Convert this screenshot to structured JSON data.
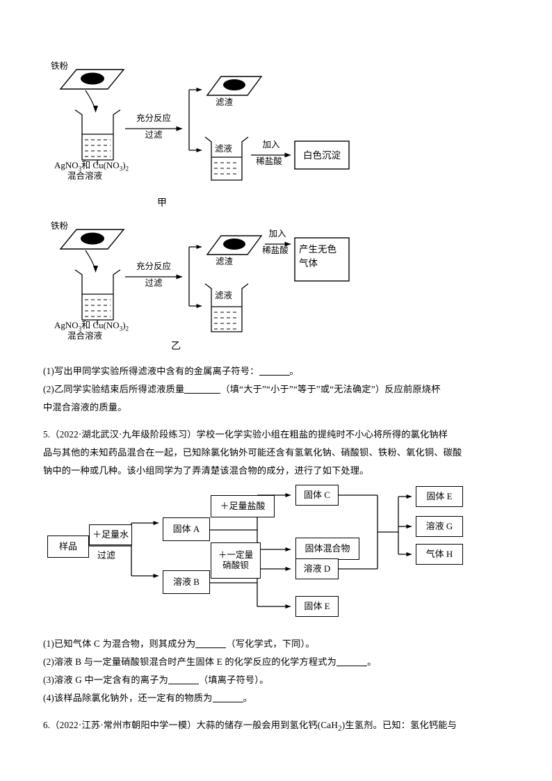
{
  "document": {
    "type": "chemistry-worksheet-page",
    "language": "zh-CN"
  },
  "diagram_jia": {
    "caption": "甲",
    "iron_powder_label": "铁粉",
    "beaker_solution_formula_html": "AgNO<sub>3</sub>和 Cu(NO<sub>3</sub>)<sub>2</sub>",
    "beaker_solution_line2": "混合溶液",
    "arrow1_top": "充分反应",
    "arrow1_bottom": "过滤",
    "residue_label": "滤渣",
    "filtrate_label": "滤液",
    "arrow2_top": "加入",
    "arrow2_bottom": "稀盐酸",
    "result_box": "白色沉淀"
  },
  "diagram_yi": {
    "caption": "乙",
    "iron_powder_label": "铁粉",
    "beaker_solution_formula_html": "AgNO<sub>3</sub>和 Cu(NO<sub>3</sub>)<sub>2</sub>",
    "beaker_solution_line2": "混合溶液",
    "arrow1_top": "充分反应",
    "arrow1_bottom": "过滤",
    "residue_label": "滤渣",
    "filtrate_label": "滤液",
    "arrow2_top": "加入",
    "arrow2_bottom": "稀盐酸",
    "result_box_line1": "产生无色",
    "result_box_line2": "气体"
  },
  "questions_top": {
    "q1": "(1)写出甲同学实验所得滤液中含有的金属离子符号：",
    "q1_tail": "。",
    "q2_a": "(2)乙同学实验结束后所得滤液质量",
    "q2_b": "（填“大于”“小于”“等于”或“无法确定”）反应前原烧杯",
    "q2_c": "中混合溶液的质量。"
  },
  "question5": {
    "stem_line1": "5.（2022·湖北武汉·九年级阶段练习）学校一化学实验小组在粗盐的提纯时不小心将所得的氯化钠样",
    "stem_line2": "品与其他的未知药品混合在一起，已知除氯化钠外可能还含有氢氧化钠、硝酸钡、铁粉、氧化铜、碳酸",
    "stem_line3": "钠中的一种或几种。该小组同学为了弄清楚该混合物的成分，进行了如下处理。",
    "flowchart": {
      "sample": "样品",
      "add_water": "＋足量水",
      "filter": "过滤",
      "solid_a": "固体 A",
      "solution_b": "溶液 B",
      "add_hcl": "＋足量盐酸",
      "add_barium_line1": "＋一定量",
      "add_barium_line2": "硝酸钡",
      "solid_c": "固体 C",
      "solid_mixture": "固体混合物",
      "solution_d": "溶液 D",
      "solid_e_lower": "固体 E",
      "solid_e_right": "固体 E",
      "solution_g": "溶液 G",
      "gas_h": "气体 H"
    },
    "sub1_a": "(1)已知气体 C 为混合物，则其成分为",
    "sub1_b": "（写化学式，下同）。",
    "sub2_a": "(2)溶液 B 与一定量硝酸钡混合时产生固体 E 的化学反应的化学方程式为",
    "sub2_b": "。",
    "sub3_a": "(3)溶液 G 中一定含有的离子为",
    "sub3_b": "（填离子符号）。",
    "sub4_a": "(4)该样品除氯化钠外，还一定有的物质为",
    "sub4_b": "。"
  },
  "question6": {
    "stem_html": "6.（2022·江苏·常州市朝阳中学一模）大蒜的储存一般会用到氢化钙(CaH<sub>2</sub>)生氢剂。已知：氢化钙能与"
  },
  "colors": {
    "ink": "#000000",
    "paper": "#ffffff"
  }
}
